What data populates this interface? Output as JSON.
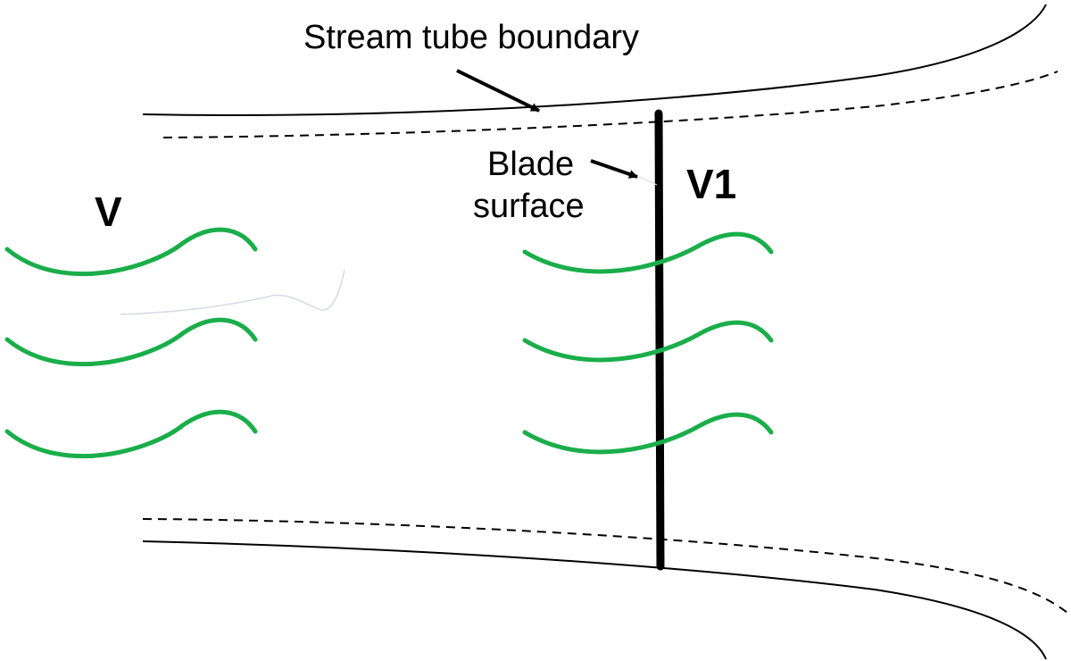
{
  "labels": {
    "stream_tube_boundary": "Stream tube boundary",
    "blade_line1": "Blade",
    "blade_line2": "surface",
    "velocity_upstream": "V",
    "velocity_at_blade": "V1"
  },
  "colors": {
    "wave": "#1aae4a",
    "line": "#000000",
    "background": "#ffffff",
    "stray_mark": "#d7d9e6"
  }
}
